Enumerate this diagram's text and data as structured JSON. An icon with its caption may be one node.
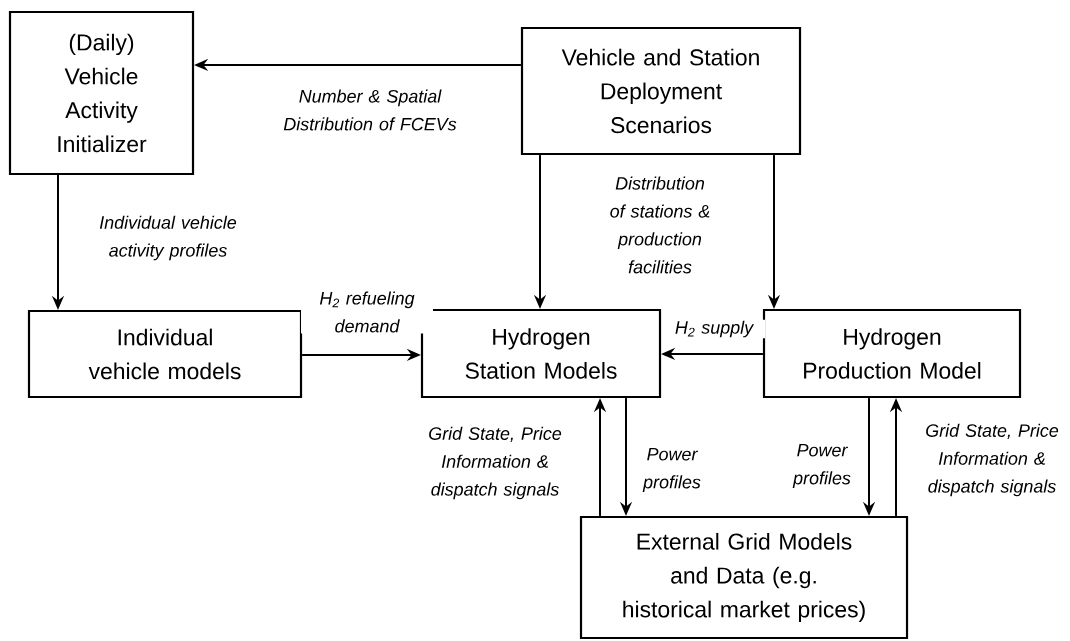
{
  "diagram": {
    "nodes": [
      {
        "text": [
          "(Daily) Vehicle Activity Initializer"
        ]
      },
      {
        "text": [
          "Vehicle and Station Deployment Scenarios"
        ]
      },
      {
        "text": [
          "Individual vehicle models"
        ]
      },
      {
        "text": [
          "Hydrogen Station Models"
        ]
      },
      {
        "text": [
          "Hydrogen Production Model"
        ]
      },
      {
        "text": [
          "External Grid Models and Data (e.g. historical market prices)"
        ]
      }
    ],
    "edges": [
      {
        "from": 1,
        "to": 0,
        "arrow": "to",
        "label": "Number & Spatial Distribution of FCEVs"
      },
      {
        "from": 0,
        "to": 2,
        "arrow": "to",
        "label": "Individual vehicle activity  profiles"
      },
      {
        "from": 1,
        "to": 3,
        "arrow": "to",
        "label": "Distribution of stations & production facilities"
      },
      {
        "from": 1,
        "to": 4,
        "arrow": "to"
      },
      {
        "from": 2,
        "to": 3,
        "arrow": "to",
        "label": "H$_{2}$ refueling demand"
      },
      {
        "from": 4,
        "to": 3,
        "arrow": "to",
        "label": "H$_{2}$ supply"
      },
      {
        "from": 5,
        "to": 3,
        "arrow": "to",
        "label": "Grid State, Price Information & dispatch signals"
      },
      {
        "from": 3,
        "to": 5,
        "arrow": "to",
        "label": "Power profiles"
      },
      {
        "from": 4,
        "to": 5,
        "arrow": "to",
        "label": "Power profiles"
      },
      {
        "from": 5,
        "to": 4,
        "arrow": "to",
        "label": "Grid State, Price Information & dispatch signals"
      }
    ]
  }
}
